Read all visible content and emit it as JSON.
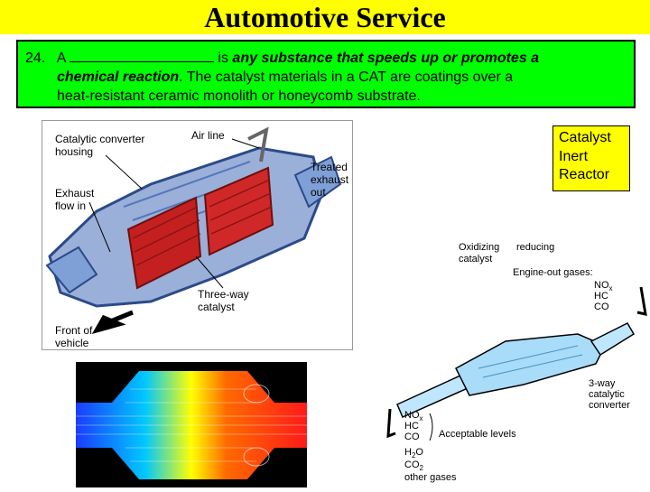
{
  "title": "Automotive Service",
  "question": {
    "number": "24.",
    "prefix": "A",
    "rest1": " is ",
    "emph1": "any substance that speeds up or promotes a",
    "emph2": "chemical reaction",
    "rest2": ".  The catalyst materials in a CAT are coatings over a",
    "line3": "heat-resistant ceramic monolith or honeycomb substrate."
  },
  "answers": [
    "Catalyst",
    "Inert",
    "Reactor"
  ],
  "figure1": {
    "labels": {
      "housing_1": "Catalytic converter",
      "housing_2": "housing",
      "air_line": "Air line",
      "treated_1": "Treated",
      "treated_2": "exhaust",
      "treated_3": "out",
      "exhaust_in_1": "Exhaust",
      "exhaust_in_2": "flow in",
      "threeway_1": "Three-way",
      "threeway_2": "catalyst",
      "front_1": "Front of",
      "front_2": "vehicle"
    }
  },
  "figure3": {
    "labels": {
      "oxidizing": "Oxidizing",
      "reducing": "reducing",
      "catalyst": "catalyst",
      "engine_out": "Engine-out gases:",
      "nox": "NO",
      "nox_sub": "x",
      "hc": "HC",
      "co": "CO",
      "threeway_1": "3-way",
      "threeway_2": "catalytic",
      "threeway_3": "converter",
      "out_nox": "NO",
      "out_nox_sub": "x",
      "out_hc": "HC",
      "out_co": "CO",
      "acceptable": "Acceptable levels",
      "h2o": "H",
      "h2o_sub": "2",
      "h2o_end": "O",
      "co2": "CO",
      "co2_sub": "2",
      "other": "other gases"
    }
  },
  "colors": {
    "title_bg": "#ffff00",
    "question_bg": "#00ff00",
    "answers_bg": "#ffff00"
  }
}
